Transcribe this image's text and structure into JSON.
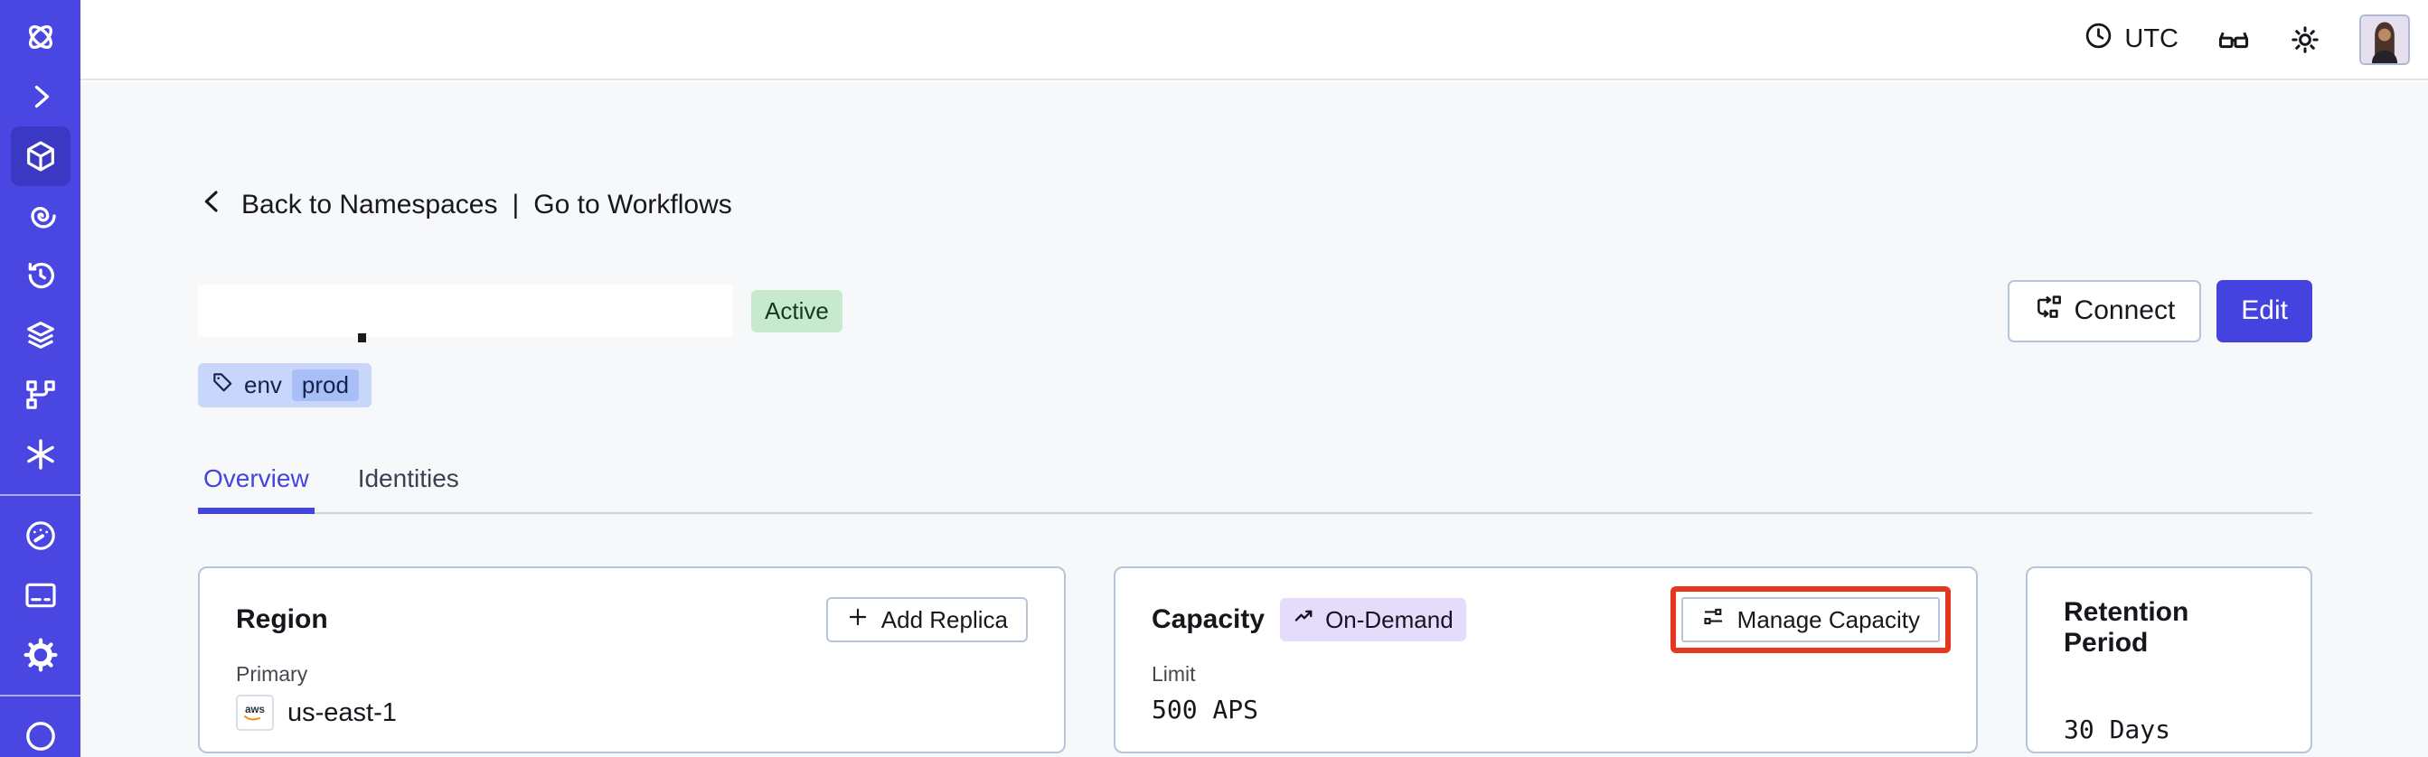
{
  "topbar": {
    "timezone_label": "UTC",
    "icons": [
      "clock-icon",
      "glasses-icon",
      "sun-icon",
      "user-avatar"
    ]
  },
  "sidebar": {
    "icons": [
      "temporal-logo-icon",
      "chevron-right-icon",
      "cube-icon",
      "spiral-icon",
      "history-clock-icon",
      "layers-icon",
      "branch-icon",
      "asterisk-icon",
      "gauge-icon",
      "credit-card-icon",
      "gear-icon",
      "circle-icon"
    ],
    "active_item": "cube-icon"
  },
  "breadcrumb": {
    "back_label": "Back to Namespaces",
    "separator": "|",
    "forward_label": "Go to Workflows"
  },
  "namespace_header": {
    "status_badge": "Active",
    "tag": {
      "key": "env",
      "value": "prod"
    },
    "connect_button": "Connect",
    "edit_button": "Edit"
  },
  "tabs": [
    {
      "label": "Overview",
      "active": true
    },
    {
      "label": "Identities",
      "active": false
    }
  ],
  "cards": {
    "region": {
      "title": "Region",
      "action_button": "Add Replica",
      "label": "Primary",
      "provider": "aws",
      "value": "us-east-1"
    },
    "capacity": {
      "title": "Capacity",
      "badge": "On-Demand",
      "action_button": "Manage Capacity",
      "label": "Limit",
      "value": "500 APS"
    },
    "retention": {
      "title": "Retention Period",
      "value": "30 Days"
    }
  },
  "colors": {
    "sidebar": "#4946E1",
    "accent": "#4543DF",
    "highlight_red": "#E5371E",
    "status_green_bg": "#C7EACF",
    "tag_blue_bg": "#C7D6FA",
    "badge_purple_bg": "#E4DCFA",
    "content_bg": "#F7F8FA",
    "card_border": "#B7C4DA"
  }
}
